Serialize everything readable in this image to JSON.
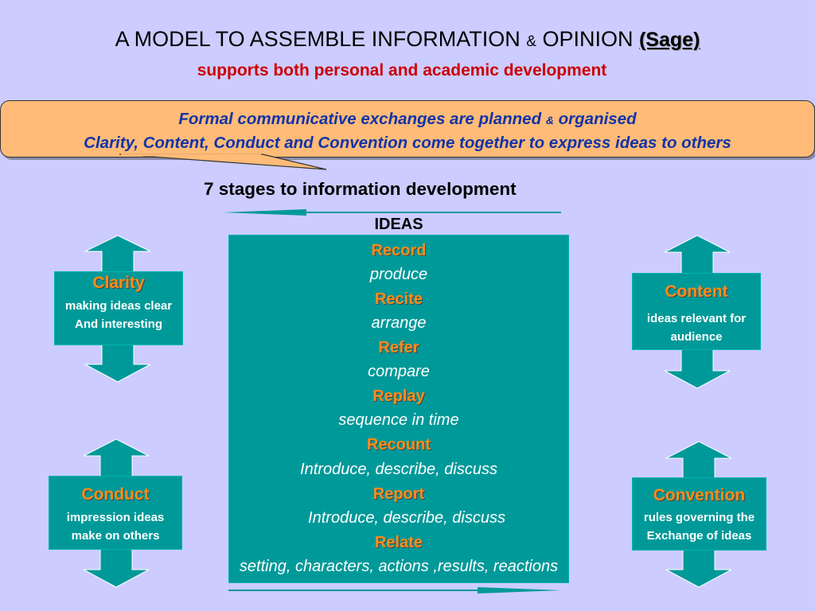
{
  "header": {
    "title_part1": "A MODEL TO ASSEMBLE INFORMATION",
    "title_amp": "&",
    "title_part2": "OPINION",
    "title_sage": "(Sage)",
    "subtitle": "supports both personal and academic development"
  },
  "callout": {
    "line1_a": "Formal communicative exchanges are planned",
    "line1_amp": "&",
    "line1_b": "organised",
    "line2": "Clarity, Content, Conduct and Convention come together to express ideas to others"
  },
  "stages_title": "7 stages to information development",
  "ideas_label": "IDEAS",
  "stages": [
    {
      "head": "Record",
      "desc": "produce"
    },
    {
      "head": "Recite",
      "desc": "arrange"
    },
    {
      "head": "Refer",
      "desc": "compare"
    },
    {
      "head": "Replay",
      "desc": "sequence in time"
    },
    {
      "head": "Recount",
      "desc": "Introduce, describe, discuss"
    },
    {
      "head": "Report",
      "desc": "Introduce, describe, discuss"
    },
    {
      "head": "Relate",
      "desc": "setting, characters, actions ,results, reactions"
    }
  ],
  "clarity": {
    "head": "Clarity",
    "line1": "making ideas clear",
    "line2": "And interesting"
  },
  "content": {
    "head": "Content",
    "line1": "ideas relevant for",
    "line2": "audience"
  },
  "conduct": {
    "head": "Conduct",
    "line1": "impression ideas",
    "line2": "make on others"
  },
  "convention": {
    "head": "Convention",
    "line1": "rules governing the",
    "line2": "Exchange of ideas"
  },
  "colors": {
    "background": "#ccccff",
    "teal": "#009999",
    "orange_text": "#ff8c1a",
    "callout_fill": "#ffbb77",
    "callout_text": "#1133aa",
    "subtitle_red": "#cc0000"
  }
}
